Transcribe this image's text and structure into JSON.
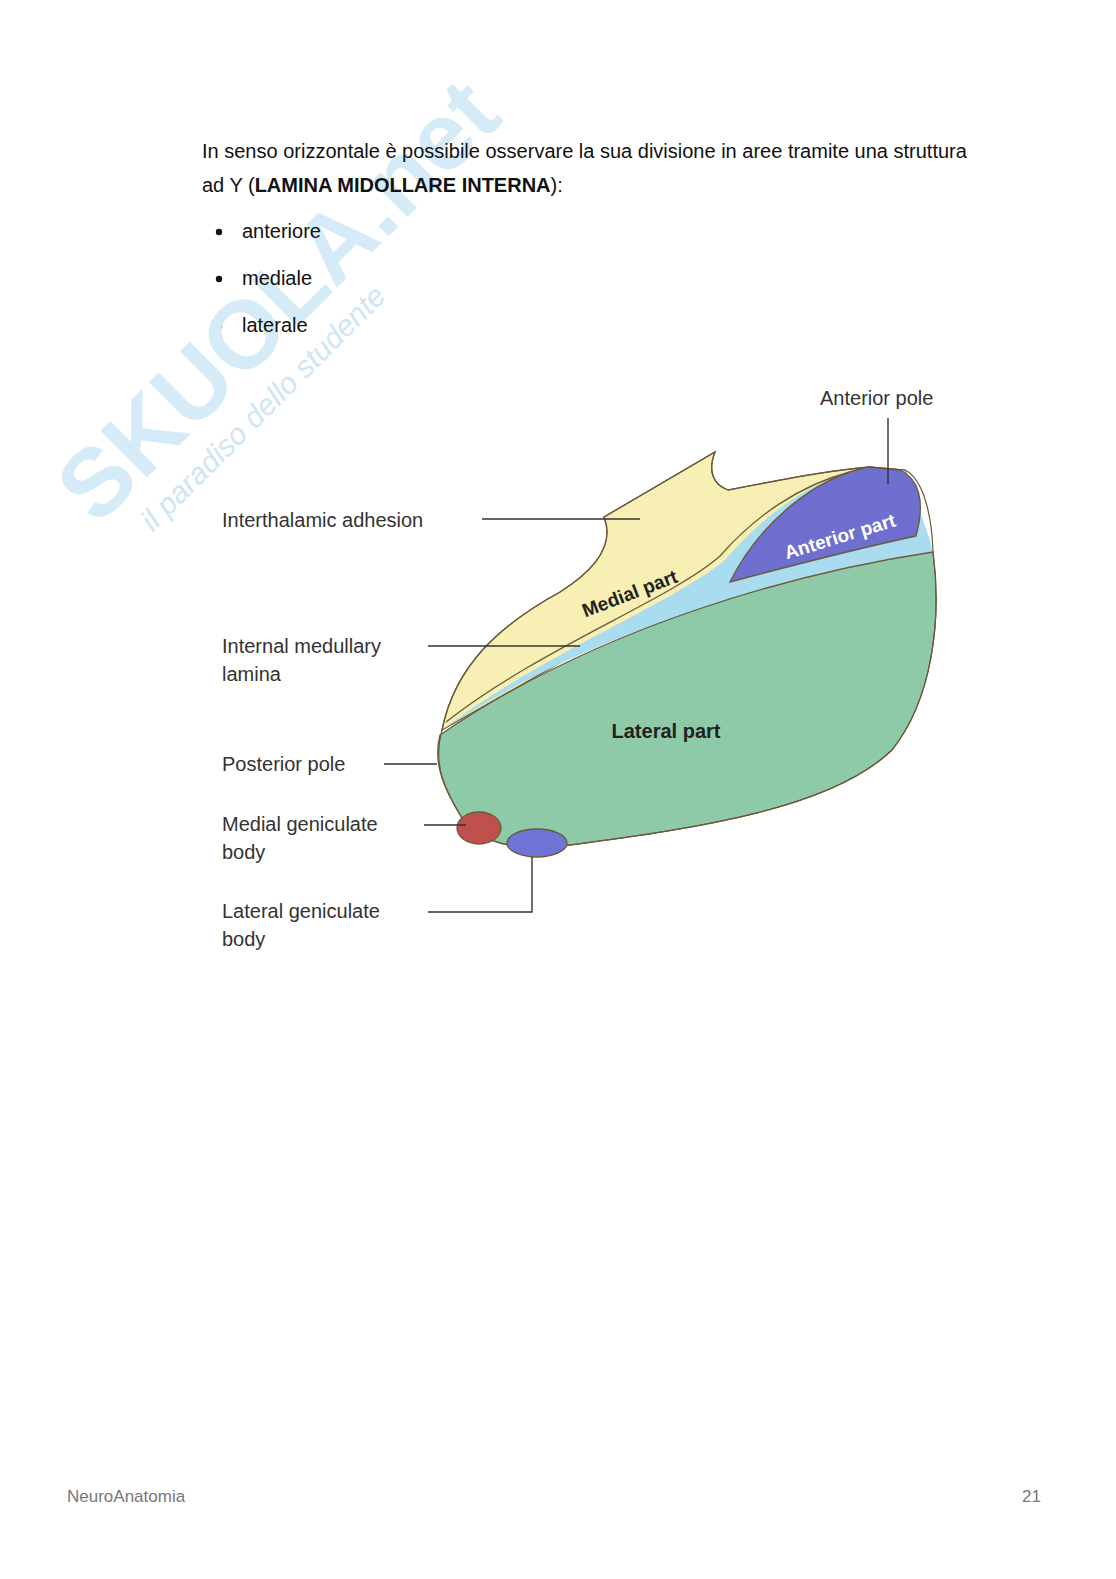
{
  "diagram": {
    "labels": [
      "In senso orizzontale è possibile osservare la sua divisione in aree tramite una struttura ad Y (",
      "LAMINA MIDOLLARE INTERNA",
      "):",
      "anteriore",
      "mediale",
      "laterale",
      "Anterior pole",
      "Interthalamic adhesion",
      "Anterior part",
      "Medial part",
      "Internal medullary lamina",
      "Lateral part",
      "Posterior pole",
      "Medial geniculate body",
      "Lateral geniculate body",
      "SKUOLA.net",
      "il paradiso dello studente",
      "NeuroAnatomia",
      "21"
    ]
  }
}
